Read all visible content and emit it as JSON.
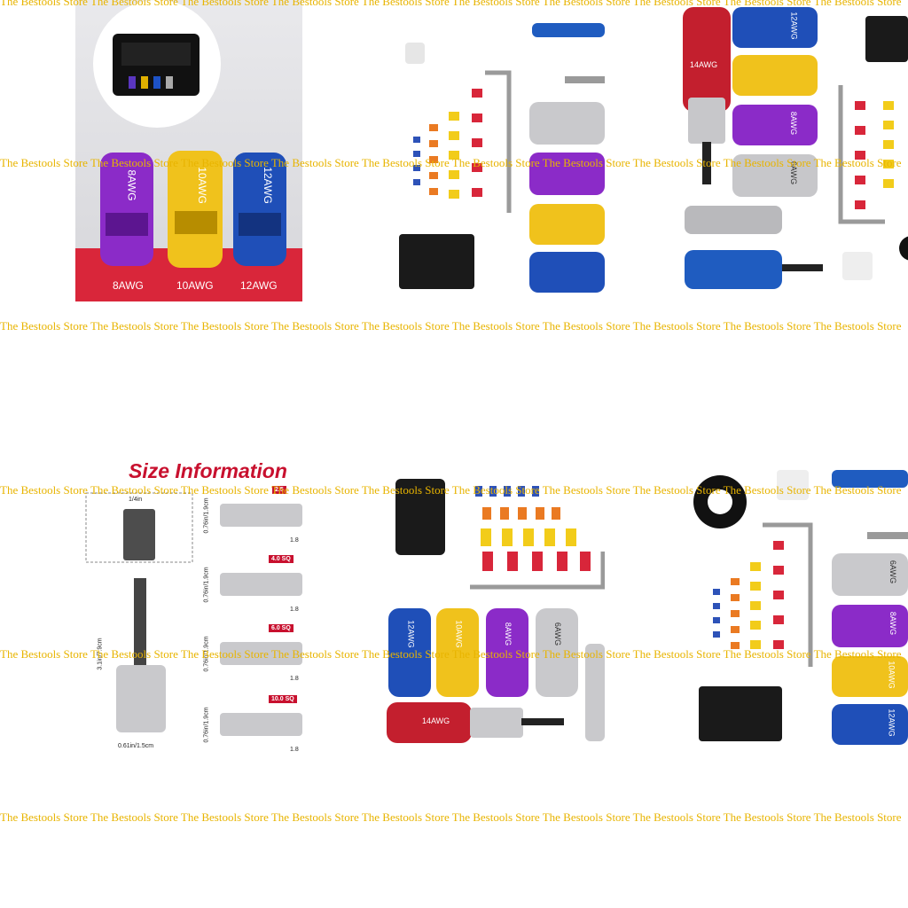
{
  "watermark": {
    "text": "The Bestools Store",
    "color": "#e8b400"
  },
  "panel1": {
    "labels": [
      "8AWG",
      "10AWG",
      "12AWG"
    ],
    "caps": [
      "8AWG",
      "10AWG",
      "12AWG"
    ]
  },
  "panel3": {
    "red_label": "14AWG",
    "blue_label": "12AWG",
    "purple_label": "8AWG",
    "silver_label": "6AWG"
  },
  "panel4": {
    "title": "Size Information",
    "hex": "1/4in",
    "length": "3.1in/7.9cm",
    "width": "0.61in/1.5cm",
    "dims": [
      "0.76in/1.9cm",
      "0.76in/1.9cm",
      "0.76in/1.9cm",
      "0.76in/1.9cm"
    ],
    "tags": [
      "2.5",
      "4.0 SQ",
      "6.0 SQ",
      "10.0 SQ"
    ],
    "short": [
      "1.8",
      "1.8",
      "1.8",
      "1.8"
    ]
  },
  "panel5": {
    "labels": [
      "12AWG",
      "10AWG",
      "8AWG",
      "6AWG",
      "14AWG"
    ]
  },
  "panel6": {
    "labels": [
      "6AWG",
      "8AWG",
      "10AWG",
      "12AWG"
    ]
  }
}
